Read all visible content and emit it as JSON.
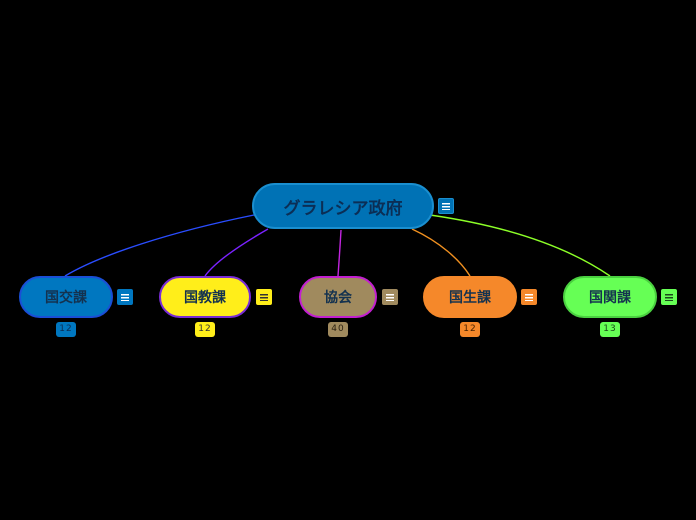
{
  "root": {
    "label": "グラレシア政府",
    "color": "#0072b5"
  },
  "children": [
    {
      "label": "国交課",
      "count": "12",
      "color": "#0077c0",
      "border": "#1a4fd6",
      "link_color": "#2a4dff"
    },
    {
      "label": "国教課",
      "count": "12",
      "color": "#ffee1a",
      "border": "#7a2cd6",
      "link_color": "#7a22ff"
    },
    {
      "label": "協会",
      "count": "40",
      "color": "#a08a5e",
      "border": "#c21fd0",
      "link_color": "#c325e0"
    },
    {
      "label": "国生課",
      "count": "12",
      "color": "#f5882a",
      "border": "#f5882a",
      "link_color": "#f09020"
    },
    {
      "label": "国関課",
      "count": "13",
      "color": "#66ff55",
      "border": "#4ad040",
      "link_color": "#8cff28"
    }
  ],
  "icons": {
    "menu": "hamburger-menu-icon"
  }
}
